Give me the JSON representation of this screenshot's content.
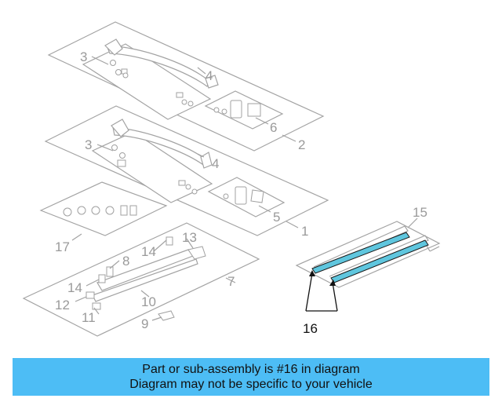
{
  "diagram": {
    "callouts": [
      "1",
      "2",
      "3",
      "3",
      "4",
      "4",
      "5",
      "6",
      "7",
      "8",
      "9",
      "10",
      "11",
      "12",
      "13",
      "14",
      "14",
      "15",
      "17"
    ],
    "highlighted_callout": "16",
    "colors": {
      "highlight_part": "#5fc6de",
      "outline": "#a3a3a3",
      "banner": "#4dbdf5"
    }
  },
  "caption": {
    "line1": "Part or sub-assembly is #16 in diagram",
    "line2": "Diagram may not be specific to your vehicle"
  }
}
